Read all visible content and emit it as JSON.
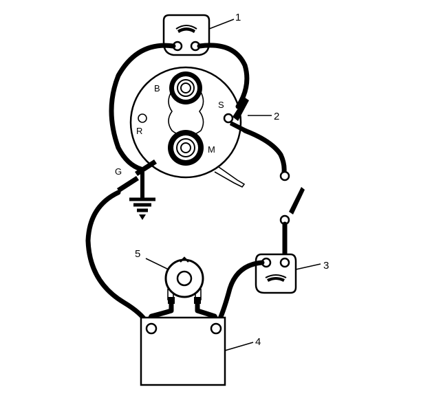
{
  "callouts": [
    "1",
    "2",
    "3",
    "4",
    "5"
  ],
  "terminals": {
    "b": "B",
    "s": "S",
    "r": "R",
    "m": "M",
    "g": "G"
  },
  "colors": {
    "ink": "#000000",
    "paper": "#ffffff"
  }
}
